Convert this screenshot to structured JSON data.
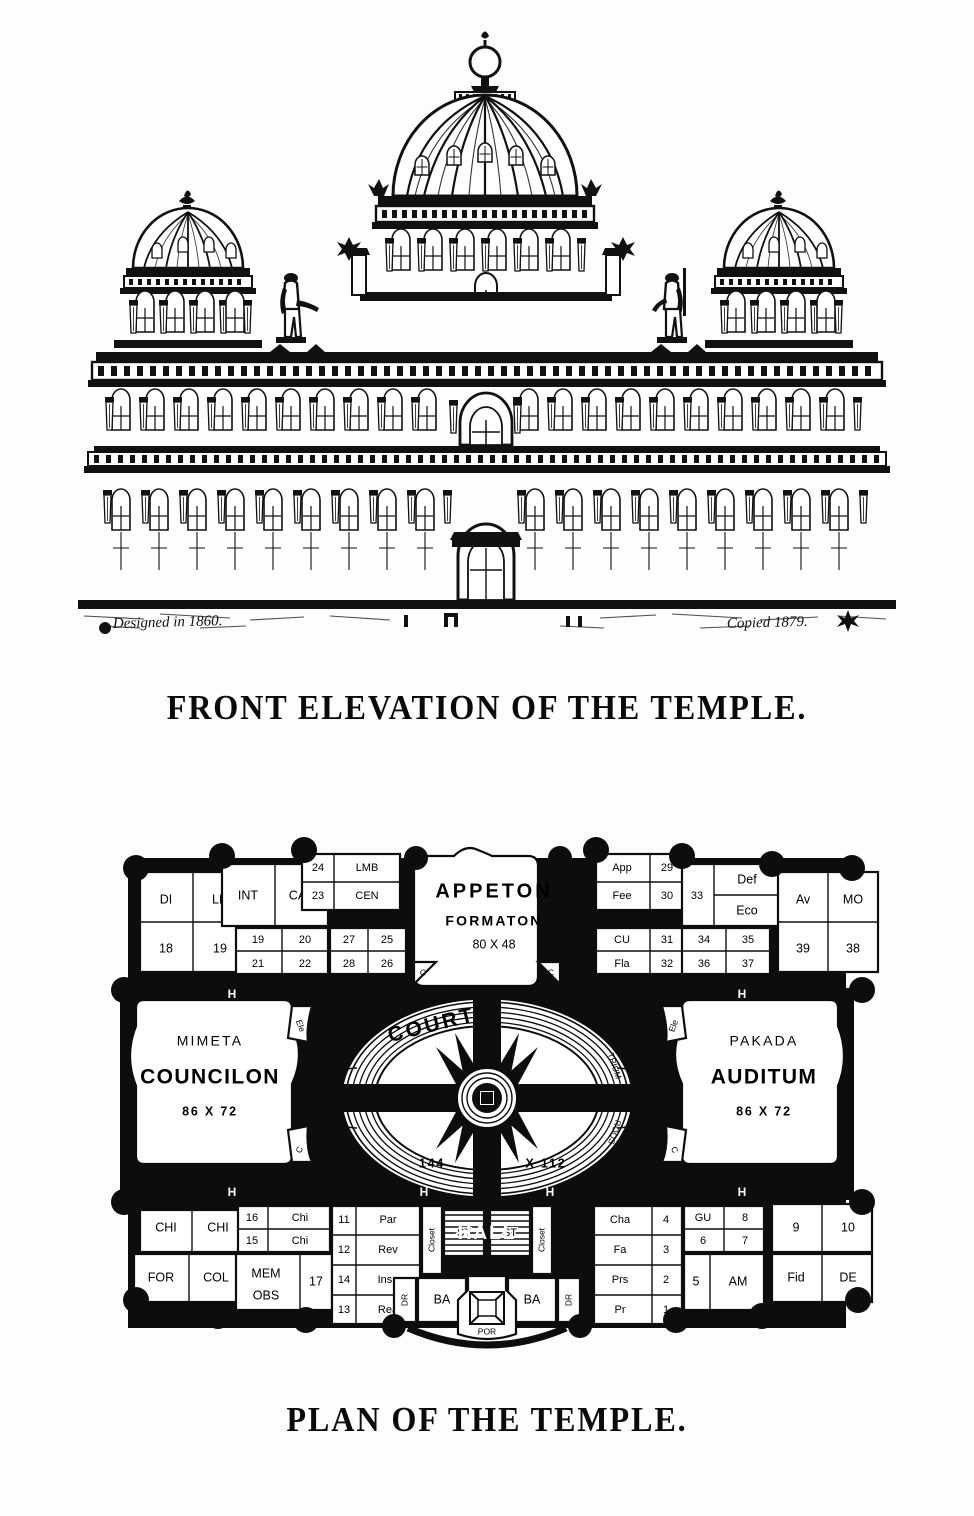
{
  "captions": {
    "elevation": "FRONT ELEVATION OF THE TEMPLE.",
    "plan": "PLAN OF THE TEMPLE."
  },
  "elevation": {
    "inscription_left": "Designed in 1860.",
    "inscription_right": "Copied 1879."
  },
  "plan": {
    "central_chamber": {
      "name": "APPETON",
      "subtitle": "FORMATON",
      "dimensions": "80 X 48",
      "corner_marks": [
        "C",
        "C"
      ]
    },
    "court": {
      "label": "COURT",
      "dim_left": "144",
      "dim_right": "X 112",
      "arc_labels": [
        "TRIUM",
        "ROOS"
      ]
    },
    "left_hall": {
      "name": "MIMETA",
      "subtitle": "COUNCILON",
      "dimensions": "86 X 72",
      "alcove_top": "Ele",
      "alcove_bottom": "C"
    },
    "right_hall": {
      "name": "PAKADA",
      "subtitle": "AUDITUM",
      "dimensions": "86 X 72",
      "alcove_top": "Ele",
      "alcove_bottom": "C"
    },
    "entrance": {
      "hall": "HALL",
      "stair_left": "ST",
      "stair_right": "ST",
      "closet_left": "Closet",
      "closet_right": "Closet",
      "dressing_left": "DR",
      "dressing_right": "DR",
      "bath_left": "BA",
      "bath_right": "BA",
      "portico": "POR"
    },
    "door_marks": [
      "H",
      "H",
      "H",
      "H",
      "H",
      "H"
    ],
    "nw_rooms": [
      {
        "label": "DI"
      },
      {
        "label": "LR"
      },
      {
        "label": "18"
      },
      {
        "label": "19"
      }
    ],
    "n_left_rooms": [
      {
        "label": "INT"
      },
      {
        "label": "CAU"
      },
      {
        "label": "19"
      },
      {
        "label": "20"
      },
      {
        "label": "21"
      },
      {
        "label": "22"
      }
    ],
    "n_left_rooms2": [
      {
        "label": "24"
      },
      {
        "label": "LMB"
      },
      {
        "label": "23"
      },
      {
        "label": "CEN"
      },
      {
        "label": "27"
      },
      {
        "label": "25"
      },
      {
        "label": "28"
      },
      {
        "label": "26"
      }
    ],
    "n_right_rooms": [
      {
        "label": "App"
      },
      {
        "label": "29"
      },
      {
        "label": "Fee"
      },
      {
        "label": "30"
      },
      {
        "label": "CU"
      },
      {
        "label": "31"
      },
      {
        "label": "Fla"
      },
      {
        "label": "32"
      }
    ],
    "n_right_rooms2": [
      {
        "label": "33"
      },
      {
        "label": "Def"
      },
      {
        "label": "Eco"
      },
      {
        "label": "34"
      },
      {
        "label": "35"
      },
      {
        "label": "36"
      },
      {
        "label": "37"
      }
    ],
    "ne_rooms": [
      {
        "label": "Av"
      },
      {
        "label": "MO"
      },
      {
        "label": "39"
      },
      {
        "label": "38"
      }
    ],
    "sw_rooms": [
      {
        "label": "CHI"
      },
      {
        "label": "CHI"
      },
      {
        "label": "FOR"
      },
      {
        "label": "COL"
      }
    ],
    "s_left_rooms": [
      {
        "label": "MEM"
      },
      {
        "label": "OBS"
      },
      {
        "label": "17"
      },
      {
        "label": "16"
      },
      {
        "label": "Chi"
      },
      {
        "label": "15"
      },
      {
        "label": "Chi"
      }
    ],
    "s_left_rooms2": [
      {
        "label": "11"
      },
      {
        "label": "Par"
      },
      {
        "label": "12"
      },
      {
        "label": "Rev"
      },
      {
        "label": "14"
      },
      {
        "label": "Insp"
      },
      {
        "label": "13"
      },
      {
        "label": "Rea"
      }
    ],
    "s_right_rooms": [
      {
        "label": "Cha"
      },
      {
        "label": "4"
      },
      {
        "label": "Fa"
      },
      {
        "label": "3"
      },
      {
        "label": "Prs"
      },
      {
        "label": "2"
      },
      {
        "label": "Pr"
      },
      {
        "label": "1"
      }
    ],
    "s_right_rooms2": [
      {
        "label": "GU"
      },
      {
        "label": "8"
      },
      {
        "label": "6"
      },
      {
        "label": "7"
      },
      {
        "label": "5"
      },
      {
        "label": "AM"
      }
    ],
    "se_rooms": [
      {
        "label": "9"
      },
      {
        "label": "10"
      },
      {
        "label": "Fid"
      },
      {
        "label": "DE"
      }
    ]
  },
  "colors": {
    "ink": "#0d0d0d",
    "paper": "#fdfdfc"
  }
}
